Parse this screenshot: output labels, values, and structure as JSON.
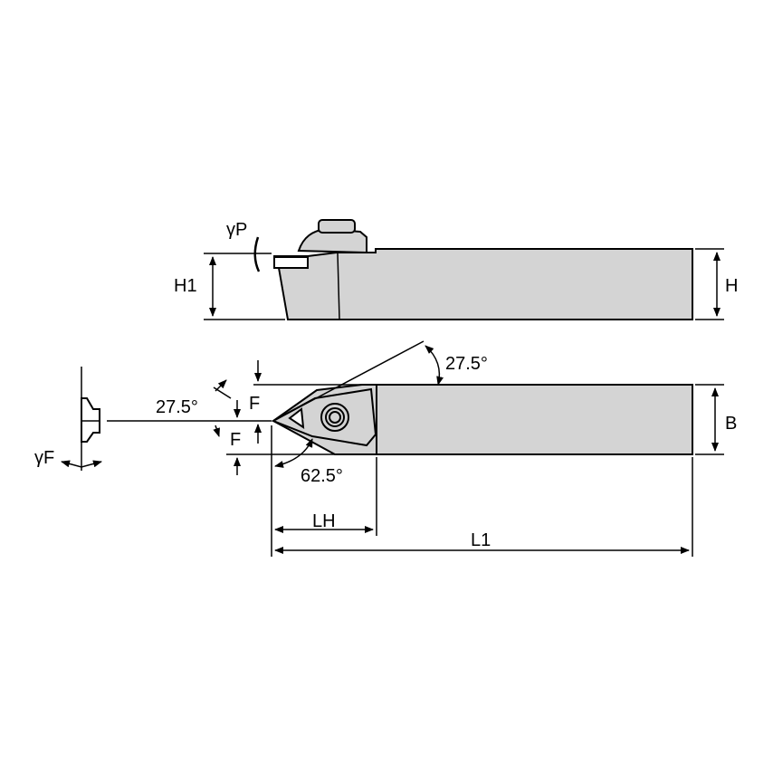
{
  "colors": {
    "body_fill": "#d4d4d4",
    "line": "#000000",
    "background": "#ffffff"
  },
  "labels": {
    "gamma_p": "γP",
    "h1": "H1",
    "h": "H",
    "angle_top": "27.5°",
    "angle_left": "27.5°",
    "f_upper": "F",
    "f_lower": "F",
    "angle_bottom": "62.5°",
    "b": "B",
    "lh": "LH",
    "l1": "L1",
    "gamma_f": "γF"
  }
}
